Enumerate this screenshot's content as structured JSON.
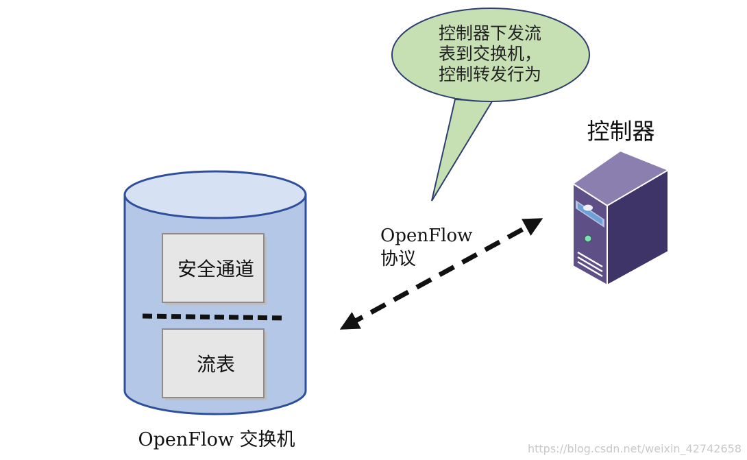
{
  "speech_bubble": {
    "lines": [
      "控制器下发流",
      "表到交换机，",
      "控制转发行为"
    ]
  },
  "controller": {
    "title": "控制器",
    "icon": "server-tower-icon"
  },
  "protocol": {
    "lines": [
      "OpenFlow",
      "协议"
    ]
  },
  "switch": {
    "icon": "cylinder-icon",
    "secure_channel_label": "安全通道",
    "flow_table_label": "流表",
    "caption": "OpenFlow 交换机"
  },
  "watermark": "https://blog.csdn.net/weixin_42742658",
  "colors": {
    "cylinder_fill": "#b4c7e7",
    "cylinder_top": "#d6e1f3",
    "cylinder_stroke": "#2f4f9a",
    "bubble_fill": "#c6e0b4",
    "bubble_stroke": "#2e3f6e",
    "box_fill": "#e6e6e6",
    "server_front": "#5e4f87",
    "server_side": "#3f3468",
    "server_top": "#8b7fb0"
  }
}
